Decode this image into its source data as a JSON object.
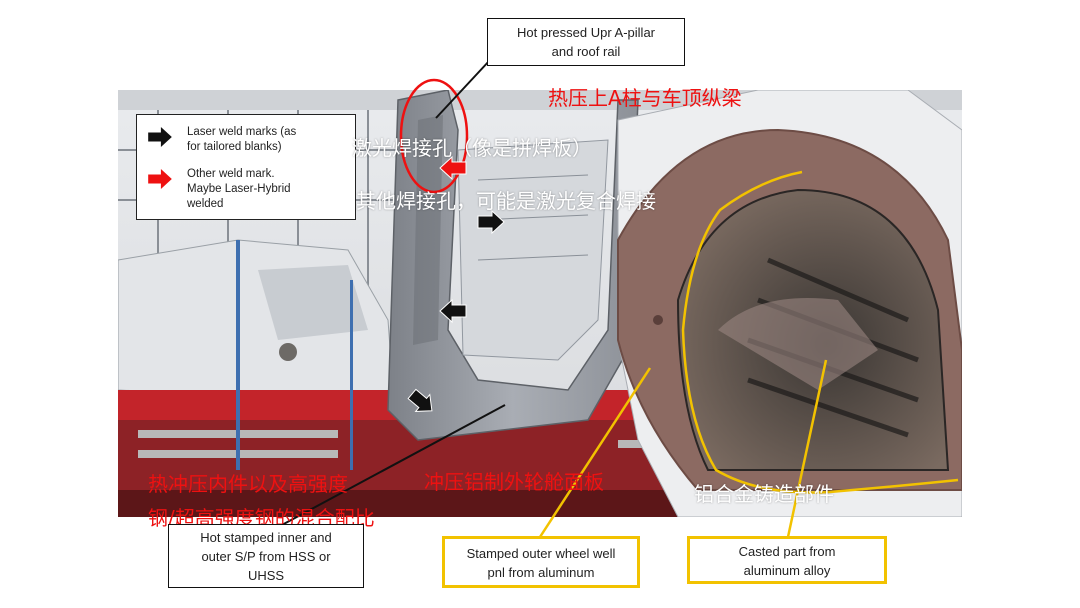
{
  "callouts": {
    "top": "Hot pressed Upr A-pillar\nand roof rail",
    "bottom_left": "Hot stamped inner and\nouter S/P from HSS or\nUHSS",
    "bottom_mid": "Stamped outer wheel well\npnl from aluminum",
    "bottom_right": "Casted part from\naluminum alloy"
  },
  "legend": {
    "black_arrow_label": "Laser weld marks (as\nfor tailored blanks)",
    "red_arrow_label": "Other weld mark.\nMaybe Laser-Hybrid\nwelded"
  },
  "chinese_labels": {
    "a_pillar": "热压上A柱与车顶纵梁",
    "laser_hole": "激光焊接孔（像是拼焊板）",
    "other_hole": "其他焊接孔，可能是激光复合焊接",
    "sidepanel_line1": "热冲压内件以及高强度",
    "sidepanel_line2": "钢/超高强度钢的混合配比",
    "wheel_well": "冲压铝制外轮舱面板",
    "casting": "铝合金铸造部件"
  },
  "colors": {
    "callout_yellow": "#f2c200",
    "annotation_red": "#ee1111",
    "weld_arrow_black": "#111111",
    "weld_arrow_red": "#ee1111"
  },
  "icons": {
    "black_arrow": "black-arrow-icon",
    "red_arrow": "red-arrow-icon"
  }
}
